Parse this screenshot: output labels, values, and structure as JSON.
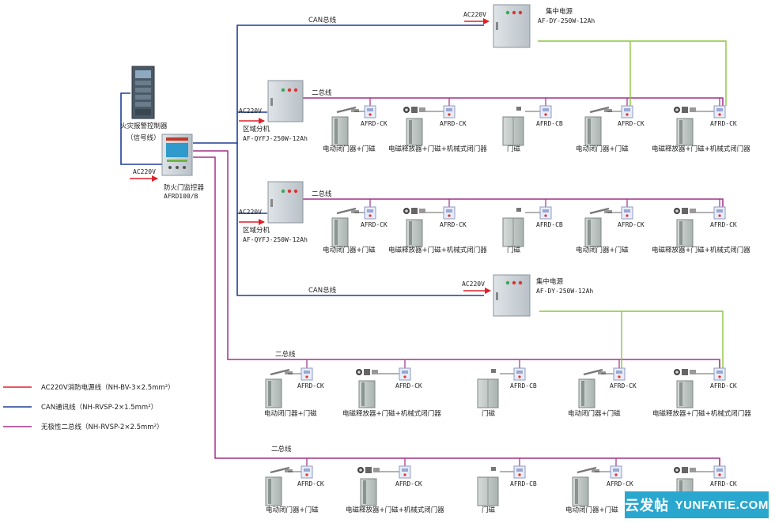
{
  "colors": {
    "power": "#e0202a",
    "can": "#1f3f95",
    "bus": "#a0308a",
    "green": "#8cc63f",
    "device": "#cfd6db"
  },
  "labels": {
    "ac220v": "AC220V",
    "can_bus": "CAN总线",
    "two_bus": "二总线",
    "fire_alarm_controller": "火灾报警控制器",
    "fire_alarm_signal": "（信号线）",
    "monitor_name": "防火门监控器",
    "monitor_model": "AFRD100/B",
    "zone_name": "区域分机",
    "zone_model": "AF-QYFJ-250W-12Ah",
    "power_name": "集中电源",
    "power_model": "AF-DY-250W-12Ah",
    "afrd_ck": "AFRD-CK",
    "afrd_cb": "AFRD-CB",
    "cap_closer": "电动闭门器+门磁",
    "cap_release": "电磁释放器+门磁+机械式闭门器",
    "cap_magnet": "门磁"
  },
  "legend": [
    {
      "text": "AC220V消防电源线（NH-BV-3×2.5mm²）",
      "color": "power"
    },
    {
      "text": "CAN通讯线（NH-RVSP-2×1.5mm²）",
      "color": "can"
    },
    {
      "text": "无极性二总线（NH-RVSP-2×2.5mm²）",
      "color": "bus"
    }
  ],
  "watermark": {
    "cn": "云发帖",
    "en": "YUNFATIE.COM"
  }
}
